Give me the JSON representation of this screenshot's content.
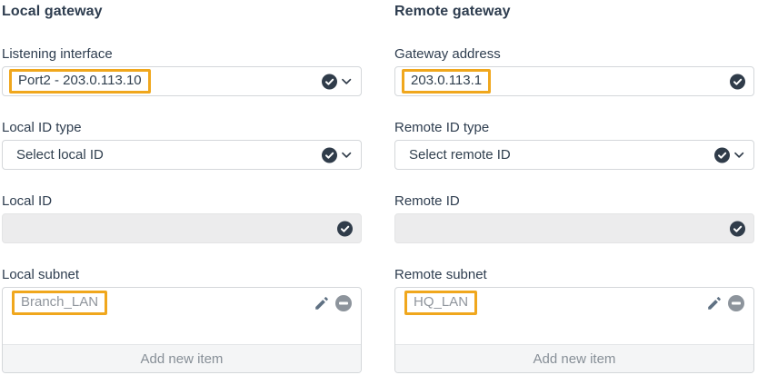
{
  "colors": {
    "annotation_highlight": "#F0A71D",
    "heading_text": "#2E3D4F",
    "value_text": "#31404F",
    "muted_text": "#8F959C",
    "field_border": "#D4D7DA",
    "disabled_bg": "#ECECED",
    "footer_bg": "#F4F5F6",
    "check_icon": "#303C4A"
  },
  "icons": {
    "valid": "check-circle",
    "expand": "chevron-down",
    "edit": "pencil",
    "remove": "minus-circle"
  },
  "columns": [
    {
      "title": "Local gateway",
      "fields": [
        {
          "label": "Listening interface",
          "type": "select",
          "value": "Port2 - 203.0.113.10",
          "highlighted": true
        },
        {
          "label": "Local ID type",
          "type": "select",
          "value": "Select local ID",
          "highlighted": false
        },
        {
          "label": "Local ID",
          "type": "disabled-input",
          "value": ""
        },
        {
          "label": "Local subnet",
          "type": "list",
          "items": [
            {
              "value": "Branch_LAN",
              "highlighted": true
            }
          ],
          "footer": "Add new item"
        }
      ]
    },
    {
      "title": "Remote gateway",
      "fields": [
        {
          "label": "Gateway address",
          "type": "text-input",
          "value": "203.0.113.1",
          "highlighted": true
        },
        {
          "label": "Remote ID type",
          "type": "select",
          "value": "Select remote ID",
          "highlighted": false
        },
        {
          "label": "Remote ID",
          "type": "disabled-input",
          "value": ""
        },
        {
          "label": "Remote subnet",
          "type": "list",
          "items": [
            {
              "value": "HQ_LAN",
              "highlighted": true
            }
          ],
          "footer": "Add new item"
        }
      ]
    }
  ]
}
